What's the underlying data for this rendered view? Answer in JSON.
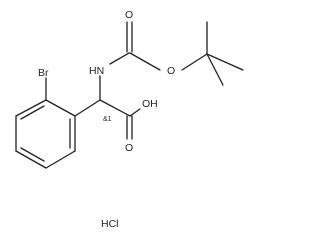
{
  "molecule": {
    "atoms": {
      "bromine": "Br",
      "amine": "HN",
      "carbonyl_oxygen_boc": "O",
      "ester_oxygen": "O",
      "acid_oxygen": "O",
      "acid_hydroxyl": "OH"
    },
    "stereo_label": "&1",
    "salt": "HCl"
  },
  "colors": {
    "ink": "#231f20",
    "background": "#ffffff"
  }
}
